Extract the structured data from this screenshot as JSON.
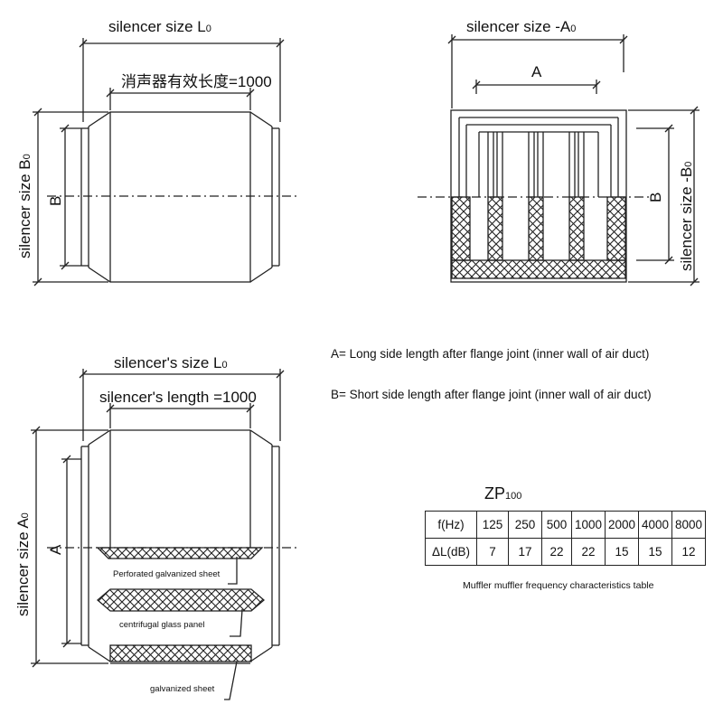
{
  "view1": {
    "length_label": "silencer size L",
    "length_sub": "0",
    "effective_length": "消声器有效长度=1000",
    "height_label": "silencer size B",
    "height_sub": "0",
    "inner_height": "B"
  },
  "view2": {
    "width_label": "silencer size -A",
    "width_sub": "0",
    "inner_width": "A",
    "height_label": "silencer size -B",
    "height_sub": "0",
    "inner_height": "B"
  },
  "view3": {
    "length_label": "silencer's size L",
    "length_sub": "0",
    "effective_length": "silencer's length =1000",
    "height_label": "silencer size A",
    "height_sub": "0",
    "inner_height": "A",
    "callouts": {
      "perforated": "Perforated galvanized sheet",
      "glass": "centrifugal glass panel",
      "sheet": "galvanized sheet"
    }
  },
  "notes": {
    "a_def": "A= Long side length after flange joint (inner wall of air duct)",
    "b_def": "B= Short side length after flange joint (inner wall of air duct)"
  },
  "table": {
    "title": "ZP",
    "title_sub": "100",
    "header_label": "f(Hz)",
    "row_label": "ΔL(dB)",
    "frequencies": [
      "125",
      "250",
      "500",
      "1000",
      "2000",
      "4000",
      "8000"
    ],
    "attenuation": [
      "7",
      "17",
      "22",
      "22",
      "15",
      "15",
      "12"
    ],
    "caption": "Muffler muffler frequency characteristics table"
  }
}
